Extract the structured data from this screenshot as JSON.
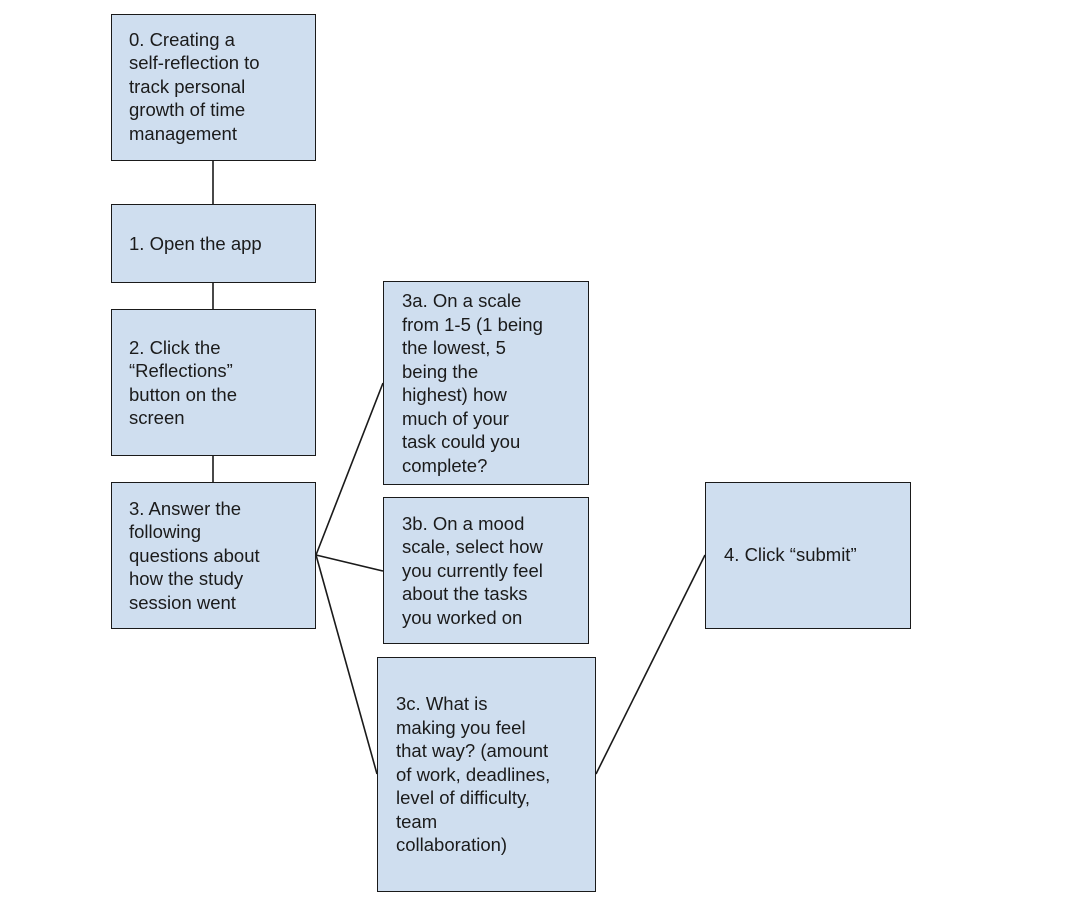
{
  "flowchart": {
    "nodes": [
      {
        "id": "step-0",
        "text": "0. Creating a\nself-reflection to\ntrack personal\ngrowth of time\nmanagement"
      },
      {
        "id": "step-1",
        "text": "1. Open the app"
      },
      {
        "id": "step-2",
        "text": "2. Click the\n“Reflections”\nbutton on the\nscreen"
      },
      {
        "id": "step-3",
        "text": "3. Answer the\nfollowing\nquestions about\nhow the study\nsession went"
      },
      {
        "id": "step-3a",
        "text": "3a. On a scale\nfrom 1-5 (1 being\nthe lowest, 5\nbeing the\nhighest) how\nmuch of your\ntask could you\ncomplete?"
      },
      {
        "id": "step-3b",
        "text": "3b. On a mood\nscale, select how\nyou currently feel\nabout the tasks\nyou worked on"
      },
      {
        "id": "step-3c",
        "text": "3c. What is\nmaking you feel\nthat way? (amount\nof work, deadlines,\nlevel of difficulty,\nteam\ncollaboration)"
      },
      {
        "id": "step-4",
        "text": "4. Click “submit”"
      }
    ],
    "edges": [
      {
        "from": "step-0",
        "to": "step-1"
      },
      {
        "from": "step-1",
        "to": "step-2"
      },
      {
        "from": "step-2",
        "to": "step-3"
      },
      {
        "from": "step-3",
        "to": "step-3a"
      },
      {
        "from": "step-3",
        "to": "step-3b"
      },
      {
        "from": "step-3",
        "to": "step-3c"
      },
      {
        "from": "step-3c",
        "to": "step-4"
      }
    ]
  },
  "colors": {
    "node_fill": "#cfdeef",
    "node_border": "#1a1a1a",
    "connector": "#1a1a1a",
    "text": "#1b1b1b",
    "background": "#ffffff"
  }
}
